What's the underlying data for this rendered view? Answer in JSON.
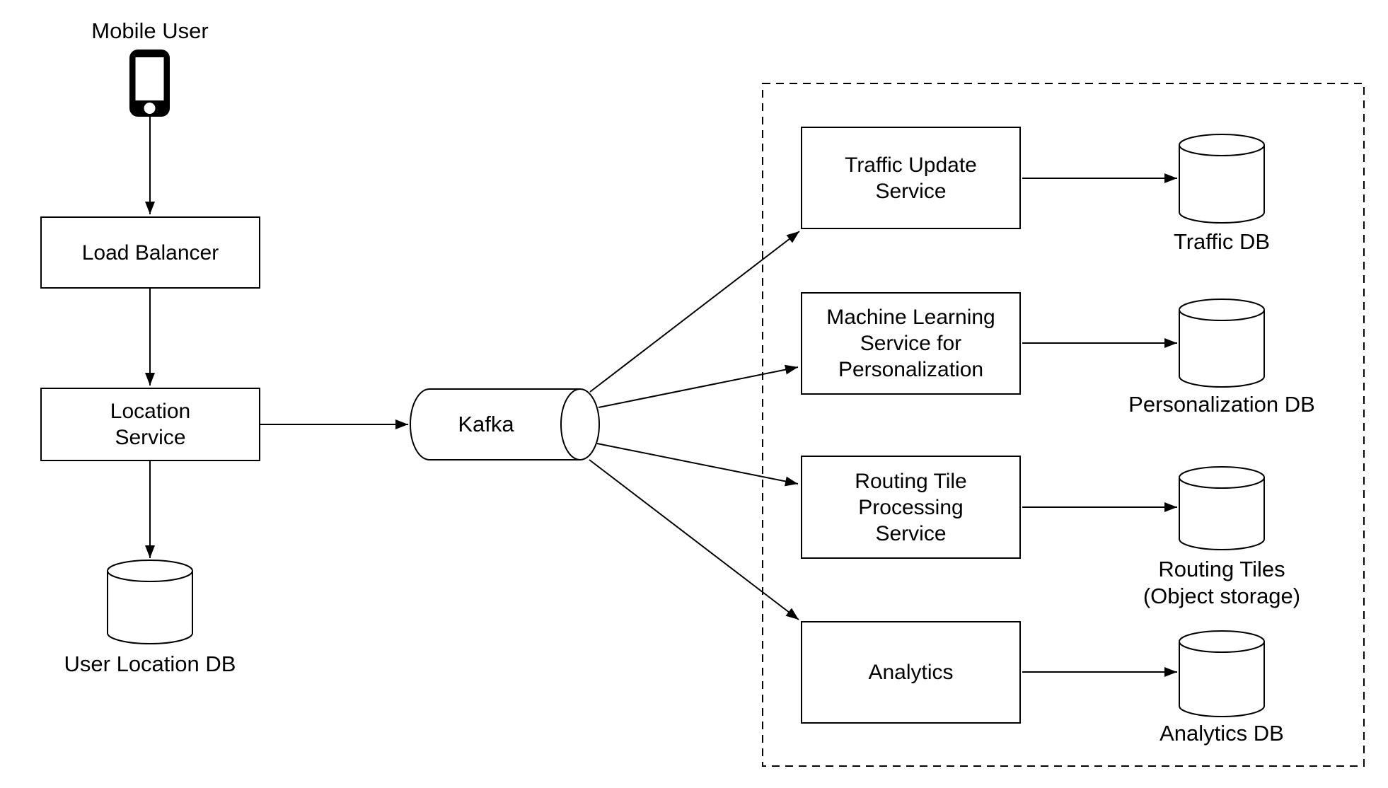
{
  "diagram": {
    "background_color": "#ffffff",
    "stroke_color": "#000000",
    "nodes": {
      "mobile_user": {
        "label": "Mobile User",
        "icon": "smartphone-icon"
      },
      "load_balancer": {
        "label": "Load Balancer",
        "shape": "rectangle"
      },
      "location_service": {
        "lines": [
          "Location",
          "Service"
        ],
        "shape": "rectangle"
      },
      "user_location_db": {
        "label": "User Location DB",
        "shape": "cylinder"
      },
      "kafka": {
        "label": "Kafka",
        "shape": "horizontal-cylinder"
      },
      "traffic_service": {
        "lines": [
          "Traffic Update",
          "Service"
        ],
        "shape": "rectangle"
      },
      "traffic_db": {
        "label": "Traffic DB",
        "shape": "cylinder"
      },
      "ml_service": {
        "lines": [
          "Machine Learning",
          "Service for",
          "Personalization"
        ],
        "shape": "rectangle"
      },
      "personalization_db": {
        "label": "Personalization DB",
        "shape": "cylinder"
      },
      "routing_service": {
        "lines": [
          "Routing Tile",
          "Processing",
          "Service"
        ],
        "shape": "rectangle"
      },
      "routing_tiles_store": {
        "lines": [
          "Routing Tiles",
          "(Object storage)"
        ],
        "shape": "cylinder"
      },
      "analytics": {
        "label": "Analytics",
        "shape": "rectangle"
      },
      "analytics_db": {
        "label": "Analytics DB",
        "shape": "cylinder"
      }
    },
    "edges": [
      {
        "from": "mobile_user",
        "to": "load_balancer"
      },
      {
        "from": "load_balancer",
        "to": "location_service"
      },
      {
        "from": "location_service",
        "to": "user_location_db"
      },
      {
        "from": "location_service",
        "to": "kafka"
      },
      {
        "from": "kafka",
        "to": "traffic_service"
      },
      {
        "from": "kafka",
        "to": "ml_service"
      },
      {
        "from": "kafka",
        "to": "routing_service"
      },
      {
        "from": "kafka",
        "to": "analytics"
      },
      {
        "from": "traffic_service",
        "to": "traffic_db"
      },
      {
        "from": "ml_service",
        "to": "personalization_db"
      },
      {
        "from": "routing_service",
        "to": "routing_tiles_store"
      },
      {
        "from": "analytics",
        "to": "analytics_db"
      }
    ]
  }
}
